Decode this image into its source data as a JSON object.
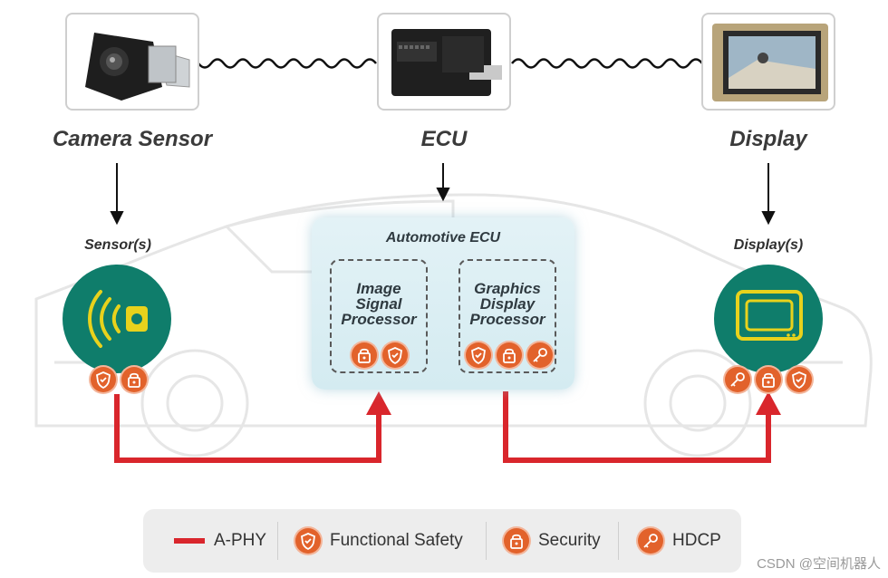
{
  "top_labels": {
    "camera": "Camera Sensor",
    "ecu": "ECU",
    "display": "Display"
  },
  "node_labels": {
    "sensors": "Sensor(s)",
    "displays": "Display(s)"
  },
  "ecu_panel": {
    "title": "Automotive ECU",
    "isp_lines": [
      "Image",
      "Signal",
      "Processor"
    ],
    "gdp_lines": [
      "Graphics",
      "Display",
      "Processor"
    ]
  },
  "legend": {
    "aphy": "A-PHY",
    "functional_safety": "Functional Safety",
    "security": "Security",
    "hdcp": "HDCP"
  },
  "colors": {
    "link": "#d9262c",
    "badge": "#e2622b",
    "node": "#0f7d6b",
    "symbol": "#e8d21c"
  },
  "watermark": "CSDN @空间机器人"
}
